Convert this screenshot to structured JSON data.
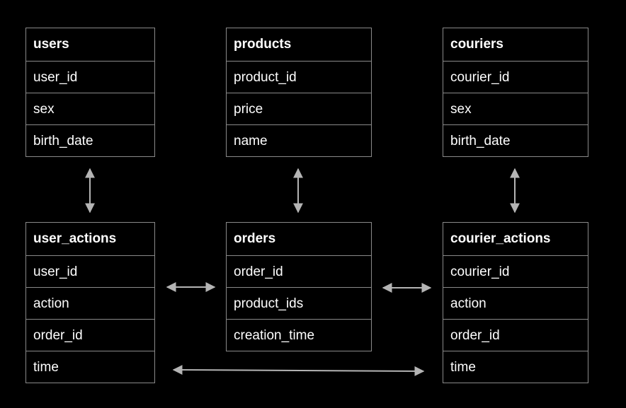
{
  "tables": {
    "users": {
      "title": "users",
      "fields": [
        "user_id",
        "sex",
        "birth_date"
      ]
    },
    "products": {
      "title": "products",
      "fields": [
        "product_id",
        "price",
        "name"
      ]
    },
    "couriers": {
      "title": "couriers",
      "fields": [
        "courier_id",
        "sex",
        "birth_date"
      ]
    },
    "user_actions": {
      "title": "user_actions",
      "fields": [
        "user_id",
        "action",
        "order_id",
        "time"
      ]
    },
    "orders": {
      "title": "orders",
      "fields": [
        "order_id",
        "product_ids",
        "creation_time"
      ]
    },
    "courier_actions": {
      "title": "courier_actions",
      "fields": [
        "courier_id",
        "action",
        "order_id",
        "time"
      ]
    }
  },
  "colors": {
    "background": "#000000",
    "border": "#8a8a8a",
    "text": "#ffffff",
    "arrow": "#b4b4b4"
  }
}
